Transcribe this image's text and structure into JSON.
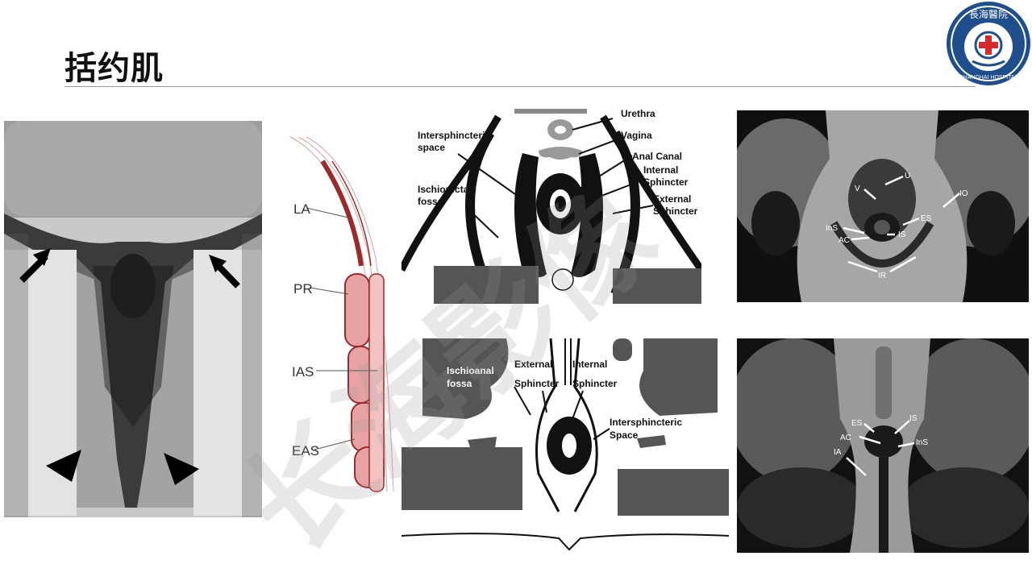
{
  "slide": {
    "title": "括约肌",
    "watermark": "长海影像"
  },
  "logo": {
    "top_text": "長海醫院",
    "ring_text": "CHANGHAI HOSPITAL"
  },
  "sagittal_illustration": {
    "labels": [
      "LA",
      "PR",
      "IAS",
      "EAS"
    ]
  },
  "upper_diagram": {
    "labels": {
      "urethra": "Urethra",
      "vagina": "Vagina",
      "anal_canal": "Anal Canal",
      "internal_sphincter_1": "Internal",
      "internal_sphincter_2": "Sphincter",
      "external_sphincter_1": "External",
      "external_sphincter_2": "Sphincter",
      "intersphincteric_1": "Intersphincteric",
      "intersphincteric_2": "space",
      "ischiorectal_1": "Ischiorectal",
      "ischiorectal_2": "fossa"
    }
  },
  "lower_diagram": {
    "labels": {
      "ischioanal_1": "Ischioanal",
      "ischioanal_2": "fossa",
      "external_1": "External",
      "external_2": "Sphincter",
      "internal_1": "Internal",
      "internal_2": "Sphincter",
      "intersphincteric_1": "Intersphincteric",
      "intersphincteric_2": "Space"
    }
  },
  "mri_axial_upper": {
    "labels": {
      "u": "U",
      "v": "V",
      "io": "IO",
      "es": "ES",
      "ins": "InS",
      "is": "IS",
      "ac": "AC",
      "ir": "IR"
    }
  },
  "mri_axial_lower": {
    "labels": {
      "es": "ES",
      "is": "IS",
      "ac": "AC",
      "ins": "InS",
      "ia": "IA"
    }
  },
  "colors": {
    "rule": "#9a9a9a",
    "logo_blue": "#1f4e8c",
    "logo_red": "#d62b2b",
    "muscle_red": "#9c2a2a",
    "watermark": "#969696"
  }
}
